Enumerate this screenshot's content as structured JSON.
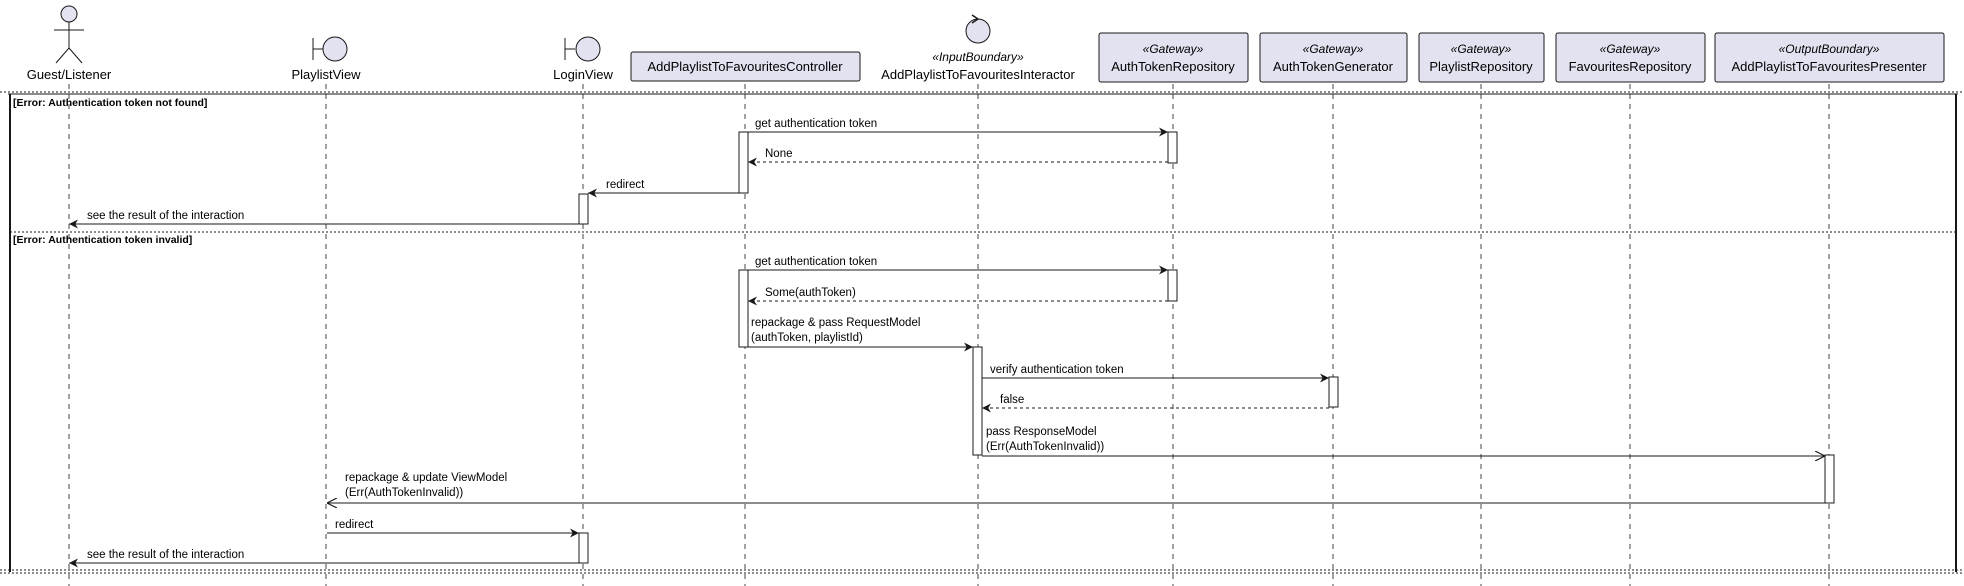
{
  "participants": [
    {
      "id": "guest",
      "label": "Guest/Listener",
      "kind": "actor",
      "stereotype": ""
    },
    {
      "id": "playlistview",
      "label": "PlaylistView",
      "kind": "boundary",
      "stereotype": ""
    },
    {
      "id": "loginview",
      "label": "LoginView",
      "kind": "boundary",
      "stereotype": ""
    },
    {
      "id": "controller",
      "label": "AddPlaylistToFavouritesController",
      "kind": "box",
      "stereotype": ""
    },
    {
      "id": "interactor",
      "label": "AddPlaylistToFavouritesInteractor",
      "kind": "control",
      "stereotype": "«InputBoundary»"
    },
    {
      "id": "authrepo",
      "label": "AuthTokenRepository",
      "kind": "box",
      "stereotype": "«Gateway»"
    },
    {
      "id": "authgen",
      "label": "AuthTokenGenerator",
      "kind": "box",
      "stereotype": "«Gateway»"
    },
    {
      "id": "playlistrepo",
      "label": "PlaylistRepository",
      "kind": "box",
      "stereotype": "«Gateway»"
    },
    {
      "id": "favrepo",
      "label": "FavouritesRepository",
      "kind": "box",
      "stereotype": "«Gateway»"
    },
    {
      "id": "presenter",
      "label": "AddPlaylistToFavouritesPresenter",
      "kind": "box",
      "stereotype": "«OutputBoundary»"
    }
  ],
  "fragments": [
    {
      "id": "frag1",
      "label": "[Error: Authentication token not found]"
    },
    {
      "id": "frag2",
      "label": "[Error: Authentication token invalid]"
    }
  ],
  "messages": [
    {
      "id": "m1",
      "from": "controller",
      "to": "authrepo",
      "style": "solid",
      "lines": [
        "get authentication token"
      ]
    },
    {
      "id": "m2",
      "from": "authrepo",
      "to": "controller",
      "style": "dashed",
      "lines": [
        "None"
      ]
    },
    {
      "id": "m3",
      "from": "controller",
      "to": "loginview",
      "style": "solid",
      "lines": [
        "redirect"
      ]
    },
    {
      "id": "m4",
      "from": "loginview",
      "to": "guest",
      "style": "solid",
      "lines": [
        "see the result of the interaction"
      ]
    },
    {
      "id": "m5",
      "from": "controller",
      "to": "authrepo",
      "style": "solid",
      "lines": [
        "get authentication token"
      ]
    },
    {
      "id": "m6",
      "from": "authrepo",
      "to": "controller",
      "style": "dashed",
      "lines": [
        "Some(authToken)"
      ]
    },
    {
      "id": "m7",
      "from": "controller",
      "to": "interactor",
      "style": "solid",
      "lines": [
        "repackage & pass RequestModel",
        "(authToken, playlistId)"
      ]
    },
    {
      "id": "m8",
      "from": "interactor",
      "to": "authgen",
      "style": "solid",
      "lines": [
        "verify authentication token"
      ]
    },
    {
      "id": "m9",
      "from": "authgen",
      "to": "interactor",
      "style": "dashed",
      "lines": [
        "false"
      ]
    },
    {
      "id": "m10",
      "from": "interactor",
      "to": "presenter",
      "style": "async",
      "lines": [
        "pass ResponseModel",
        "(Err(AuthTokenInvalid))"
      ]
    },
    {
      "id": "m11",
      "from": "presenter",
      "to": "playlistview",
      "style": "async",
      "lines": [
        "repackage & update ViewModel",
        "(Err(AuthTokenInvalid))"
      ]
    },
    {
      "id": "m12",
      "from": "playlistview",
      "to": "loginview",
      "style": "solid",
      "lines": [
        "redirect"
      ]
    },
    {
      "id": "m13",
      "from": "loginview",
      "to": "guest",
      "style": "solid",
      "lines": [
        "see the result of the interaction"
      ]
    }
  ],
  "colors": {
    "participant_fill": "#e2e2f0",
    "participant_stroke": "#181818",
    "line": "#181818",
    "lifeline": "#181818"
  }
}
